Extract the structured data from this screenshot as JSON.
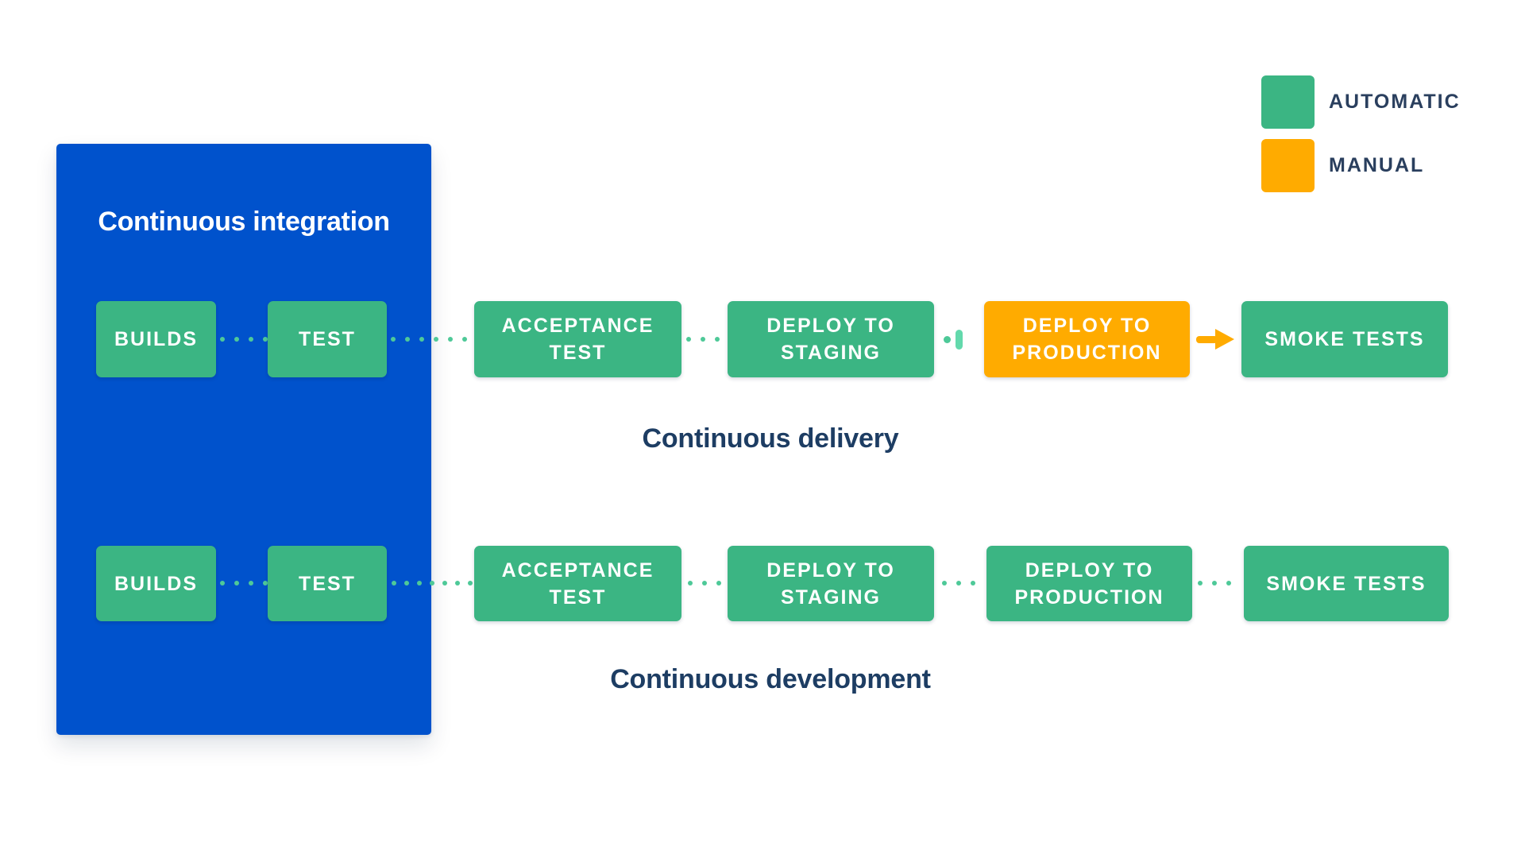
{
  "legend": {
    "items": [
      {
        "label": "AUTOMATIC",
        "type": "automatic",
        "color": "#3BB583"
      },
      {
        "label": "MANUAL",
        "type": "manual",
        "color": "#FFAB00"
      }
    ]
  },
  "integration_panel": {
    "title": "Continuous integration",
    "color": "#0052CC"
  },
  "pipelines": {
    "delivery": {
      "caption": "Continuous delivery",
      "steps": [
        {
          "label": "BUILDS",
          "type": "automatic"
        },
        {
          "label": "TEST",
          "type": "automatic"
        },
        {
          "label": "ACCEPTANCE TEST",
          "type": "automatic"
        },
        {
          "label": "DEPLOY TO STAGING",
          "type": "automatic"
        },
        {
          "label": "DEPLOY TO PRODUCTION",
          "type": "manual"
        },
        {
          "label": "SMOKE TESTS",
          "type": "automatic"
        }
      ],
      "connectors": [
        "dotted",
        "dotted",
        "dotted",
        "manual-gate",
        "manual-arrow"
      ]
    },
    "development": {
      "caption": "Continuous development",
      "steps": [
        {
          "label": "BUILDS",
          "type": "automatic"
        },
        {
          "label": "TEST",
          "type": "automatic"
        },
        {
          "label": "ACCEPTANCE TEST",
          "type": "automatic"
        },
        {
          "label": "DEPLOY TO STAGING",
          "type": "automatic"
        },
        {
          "label": "DEPLOY TO PRODUCTION",
          "type": "automatic"
        },
        {
          "label": "SMOKE TESTS",
          "type": "automatic"
        }
      ],
      "connectors": [
        "dotted",
        "dotted",
        "dotted",
        "dotted",
        "dotted"
      ]
    }
  },
  "colors": {
    "automatic_green": "#3BB583",
    "manual_orange": "#FFAB00",
    "integration_blue": "#0052CC",
    "connector_dot_green": "#4EC998",
    "gate_bar_green": "#63D9AC",
    "caption_navy": "#1D3D63",
    "legend_text_navy": "#2A3F5E",
    "box_text_white": "#FFFFFF"
  }
}
